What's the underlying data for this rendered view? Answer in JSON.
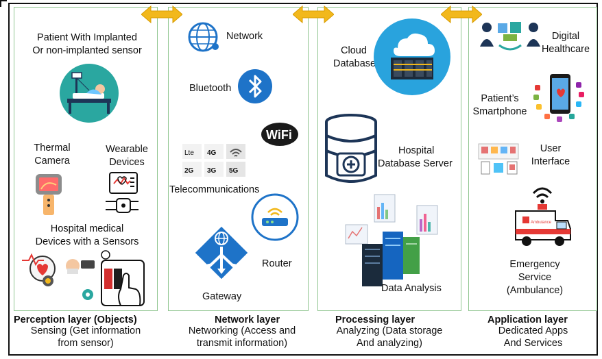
{
  "perception": {
    "patient_line1": "Patient With Implanted",
    "patient_line2": "Or non-implanted sensor",
    "thermal_line1": "Thermal",
    "thermal_line2": "Camera",
    "wearable_line1": "Wearable",
    "wearable_line2": "Devices",
    "hospital_line1": "Hospital medical",
    "hospital_line2": "Devices with a Sensors",
    "title": "Perception layer (Objects)",
    "desc_line1": "Sensing (Get information",
    "desc_line2": "from sensor)"
  },
  "network": {
    "network_label": "Network",
    "bluetooth_label": "Bluetooth",
    "wifi_label": "WiFi",
    "tech_labels": [
      "Lte",
      "4G",
      "2G",
      "3G",
      "5G"
    ],
    "telecom_label": "Telecommunications",
    "router_label": "Router",
    "gateway_label": "Gateway",
    "title": "Network layer",
    "desc_line1": "Networking (Access and",
    "desc_line2": "transmit information)"
  },
  "processing": {
    "cloud_line1": "Cloud",
    "cloud_line2": "Database",
    "hospital_db_line1": "Hospital",
    "hospital_db_line2": "Database Server",
    "analysis_label": "Data Analysis",
    "title": "Processing  layer",
    "desc_line1": "Analyzing (Data storage",
    "desc_line2": "And analyzing)"
  },
  "application": {
    "digital_line1": "Digital",
    "digital_line2": "Healthcare",
    "smartphone_line1": "Patient’s",
    "smartphone_line2": "Smartphone",
    "ui_line1": "User",
    "ui_line2": "Interface",
    "emergency_line1": "Emergency",
    "emergency_line2": "Service",
    "emergency_line3": "(Ambulance)",
    "ambulance_text": "Ambulance",
    "title": "Application  layer",
    "desc_line1": "Dedicated Apps",
    "desc_line2": "And Services"
  },
  "colors": {
    "panel_border": "#8fc58f",
    "arrow": "#f2b81c",
    "icon_blue": "#1e73c8",
    "teal": "#2aa7a0",
    "navy": "#1d3557"
  }
}
